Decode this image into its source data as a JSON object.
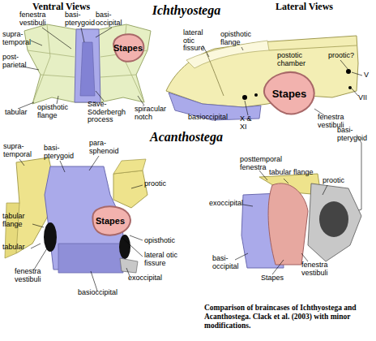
{
  "diagram": {
    "caption": "Comparison of braincases of Ichthyostega and Acanthostega. Clack et al. (2003) with minor modifications.",
    "nodes": [
      {
        "text": [
          "Stapes"
        ]
      },
      {
        "text": [
          "Stapes"
        ]
      },
      {
        "text": [
          "Stapes"
        ]
      }
    ],
    "labels": [
      "Ventral Views",
      "Ichthyostega",
      "Lateral Views",
      "fenestra vestibuli",
      "basi- pterygoid",
      "basi- occipital",
      "supra- temporal",
      "post- parietal",
      "tabular",
      "opisthotic flange",
      "Säve- Söderbergh process",
      "spiracular notch",
      "lateral otic fissure",
      "opisthotic flange",
      "postotic chamber",
      "prootic?",
      "V",
      "VII",
      "X & XI",
      "basioccipital",
      "fenestra vestibuli",
      "basi- pterygoid",
      "Acanthostega",
      "supra- temporal",
      "basi- pterygoid",
      "para- sphenoid",
      "prootic",
      "opisthotic",
      "lateral otic fissure",
      "tabular flange",
      "tabular",
      "fenestra vestibuli",
      "exoccipital",
      "basioccipital",
      "posttemporal fenestra",
      "tabular flange",
      "prootic",
      "exoccipital",
      "basi- occipital",
      "Stapes",
      "fenestra vestibuli"
    ]
  }
}
